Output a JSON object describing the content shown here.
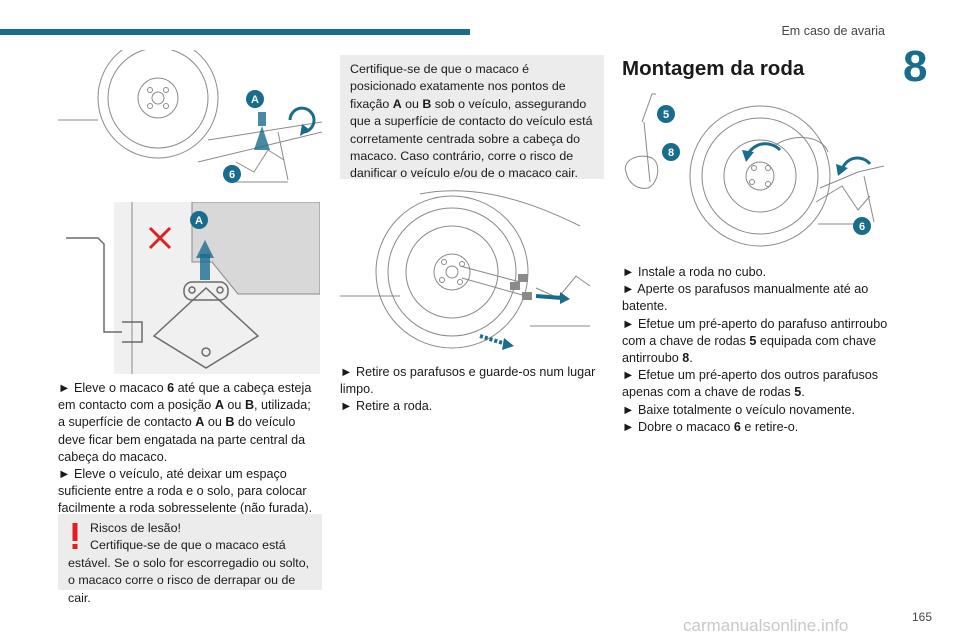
{
  "header": {
    "section_title": "Em caso de avaria",
    "chapter_number": "8"
  },
  "footer": {
    "page_number": "165",
    "watermark": "carmanualsonline.info"
  },
  "figures": {
    "fig1": {
      "label_a": "A",
      "label_6": "6"
    },
    "fig2": {
      "label_a": "A"
    },
    "fig3": {},
    "fig4": {
      "label_5": "5",
      "label_8": "8",
      "label_6": "6"
    }
  },
  "column1": {
    "paragraph": [
      {
        "arrow": "►",
        "t1": " Eleve o macaco ",
        "b1": "6",
        "t2": " até que a cabeça esteja em contacto com a posição ",
        "b2": "A",
        "t3": " ou ",
        "b3": "B",
        "t4": ", utilizada; a superfície de contacto ",
        "b4": "A",
        "t5": " ou ",
        "b5": "B",
        "t6": " do veículo deve ficar bem engatada na parte central da cabeça do macaco."
      },
      {
        "arrow": "►",
        "text": " Eleve o veículo, até deixar um espaço suficiente entre a roda e o solo, para colocar facilmente a roda sobresselente (não furada)."
      }
    ],
    "warning": {
      "title": "Riscos de lesão!",
      "text": "Certifique-se de que o macaco está estável. Se o solo for escorregadio ou solto, o macaco corre o risco de derrapar ou de cair."
    }
  },
  "column2": {
    "note": {
      "t1": "Certifique-se de que o macaco é posicionado exatamente nos pontos de fixação ",
      "b1": "A",
      "t2": " ou ",
      "b2": "B",
      "t3": " sob o veículo, assegurando que a superfície de contacto do veículo está corretamente centrada sobre a cabeça do macaco. Caso contrário, corre o risco de danificar o veículo e/ou de o macaco cair."
    },
    "steps": [
      {
        "arrow": "►",
        "text": " Retire os parafusos e guarde-os num lugar limpo."
      },
      {
        "arrow": "►",
        "text": " Retire a roda."
      }
    ]
  },
  "column3": {
    "heading": "Montagem da roda",
    "steps": [
      {
        "arrow": "►",
        "text": " Instale a roda no cubo."
      },
      {
        "arrow": "►",
        "text": " Aperte os parafusos manualmente até ao batente."
      },
      {
        "arrow": "►",
        "t1": " Efetue um pré-aperto do parafuso antirroubo com a chave de rodas ",
        "b1": "5",
        "t2": " equipada com chave antirroubo ",
        "b2": "8",
        "t3": "."
      },
      {
        "arrow": "►",
        "t1": " Efetue um pré-aperto dos outros parafusos apenas com a chave de rodas ",
        "b1": "5",
        "t2": "."
      },
      {
        "arrow": "►",
        "text": " Baixe totalmente o veículo novamente."
      },
      {
        "arrow": "►",
        "t1": " Dobre o macaco ",
        "b1": "6",
        "t2": " e retire-o."
      }
    ]
  },
  "colors": {
    "accent": "#1a6c8c",
    "warning_red": "#e02020",
    "box_gray": "#ececec"
  }
}
